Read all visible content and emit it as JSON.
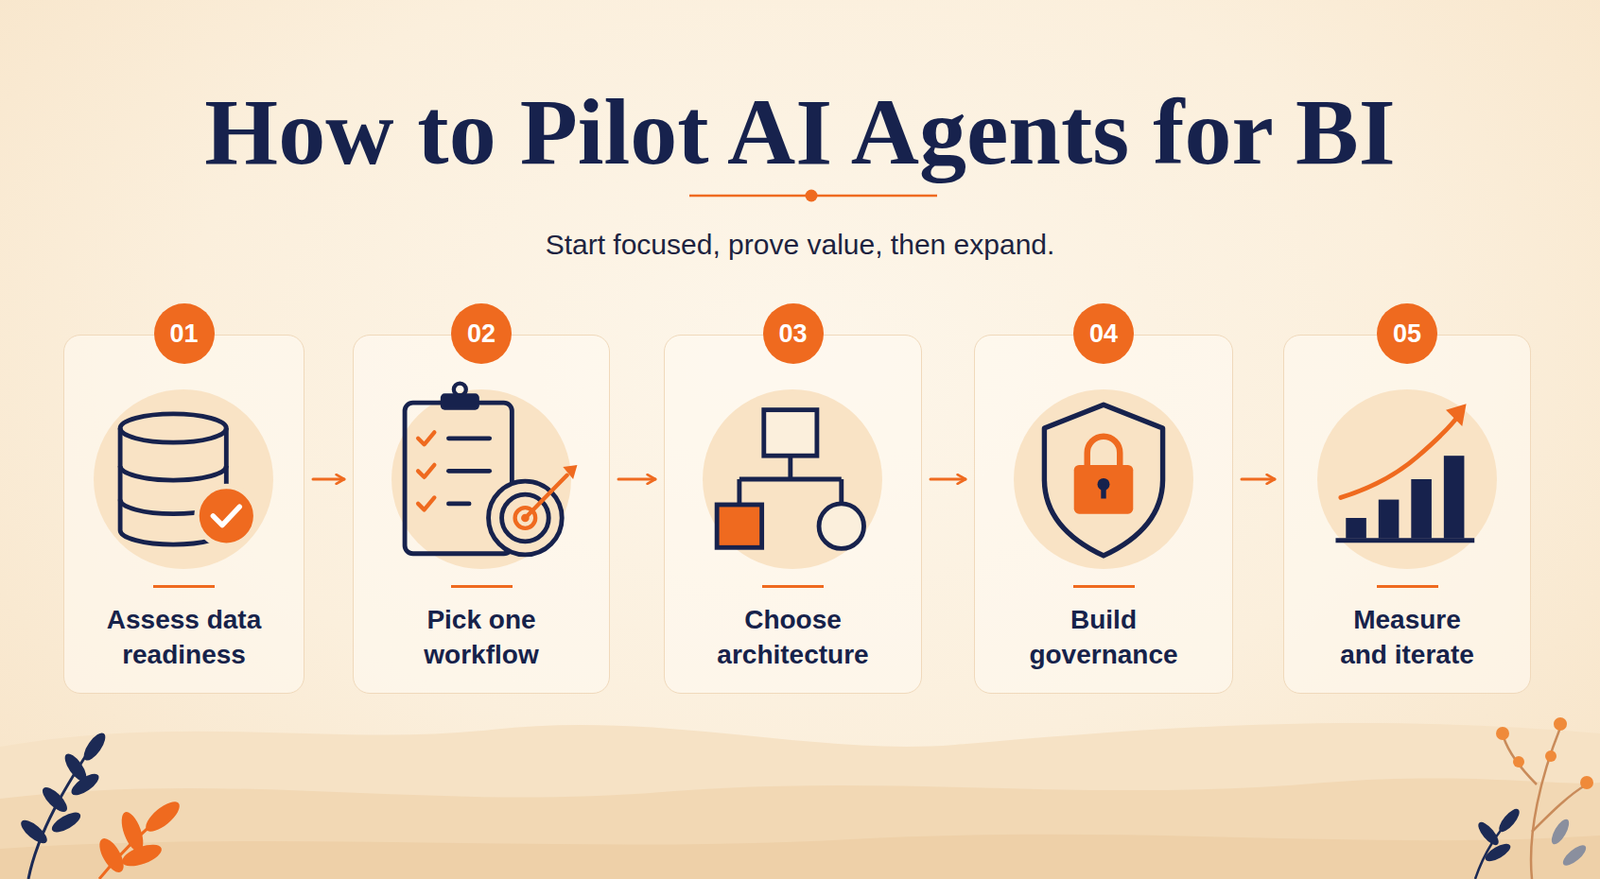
{
  "diagram": {
    "title": "How to Pilot AI Agents for BI",
    "caption": "Start focused, prove value, then expand.",
    "nodes": [
      {
        "text": [
          "01",
          "Assess data readiness"
        ]
      },
      {
        "text": [
          "02",
          "Pick one workflow"
        ]
      },
      {
        "text": [
          "03",
          "Choose architecture"
        ]
      },
      {
        "text": [
          "04",
          "Build governance"
        ]
      },
      {
        "text": [
          "05",
          "Measure and iterate"
        ]
      }
    ],
    "edges": [
      {
        "from": 0,
        "to": 1,
        "arrow": "to"
      },
      {
        "from": 1,
        "to": 2,
        "arrow": "to"
      },
      {
        "from": 2,
        "to": 3,
        "arrow": "to"
      },
      {
        "from": 3,
        "to": 4,
        "arrow": "to"
      }
    ]
  }
}
